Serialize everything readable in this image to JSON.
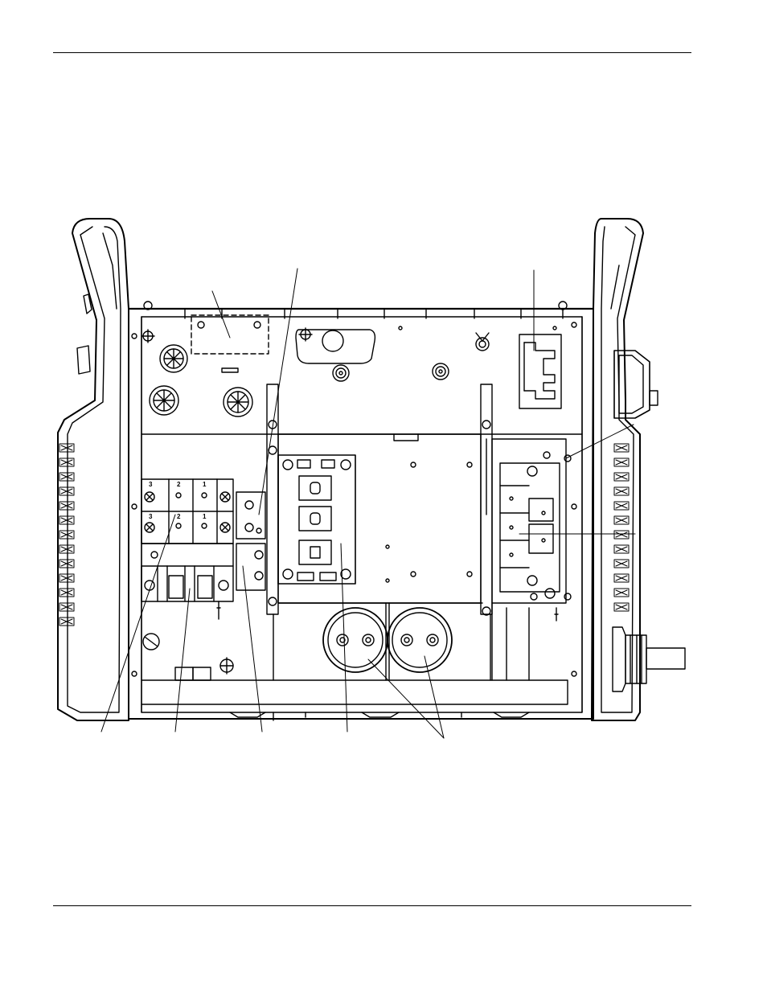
{
  "diagram": {
    "module_labels": {
      "left_upper": [
        "3",
        "2",
        "1"
      ],
      "left_lower": [
        "3",
        "2",
        "1"
      ]
    },
    "colors": {
      "line": "#000000",
      "background": "#ffffff",
      "panel": "#ffffff"
    },
    "icons": [
      "screw-icon",
      "fan-grille-icon",
      "capacitor-icon",
      "connector-icon",
      "strain-relief-icon"
    ]
  }
}
